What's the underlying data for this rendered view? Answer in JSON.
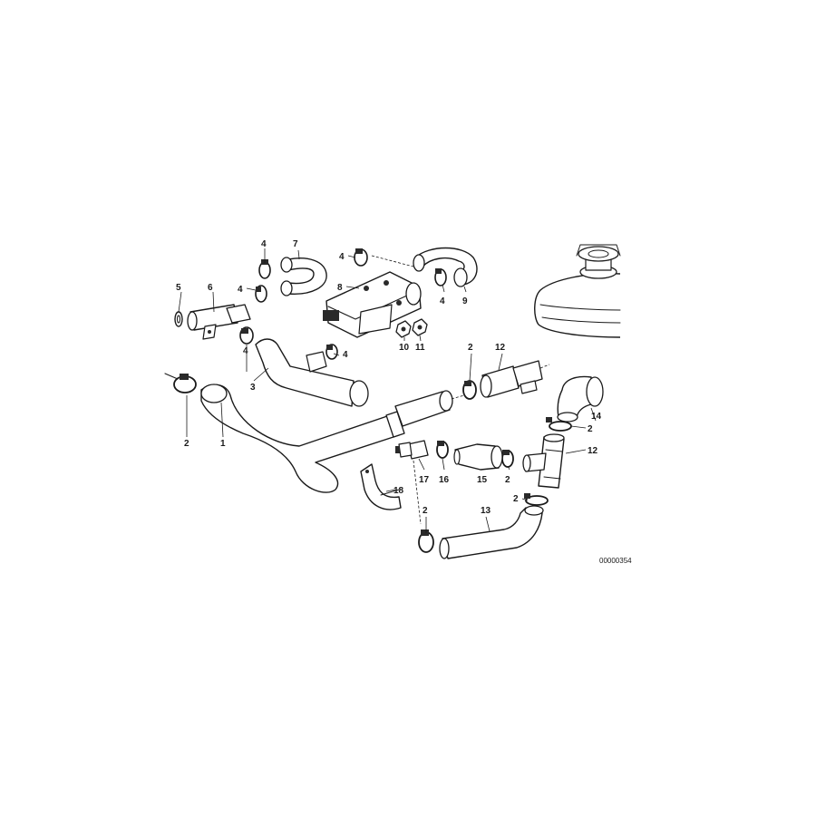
{
  "diagram": {
    "catalog_number": "00000354",
    "labels": {
      "p1": "1",
      "p2a": "2",
      "p2b": "2",
      "p2c": "2",
      "p2d": "2",
      "p2e": "2",
      "p2f": "2",
      "p3": "3",
      "p4a": "4",
      "p4b": "4",
      "p4c": "4",
      "p4d": "4",
      "p4e": "4",
      "p4f": "4",
      "p5": "5",
      "p6": "6",
      "p7": "7",
      "p8": "8",
      "p9": "9",
      "p10": "10",
      "p11": "11",
      "p12a": "12",
      "p12b": "12",
      "p13": "13",
      "p14": "14",
      "p15": "15",
      "p16": "16",
      "p17": "17",
      "p18": "18"
    }
  }
}
